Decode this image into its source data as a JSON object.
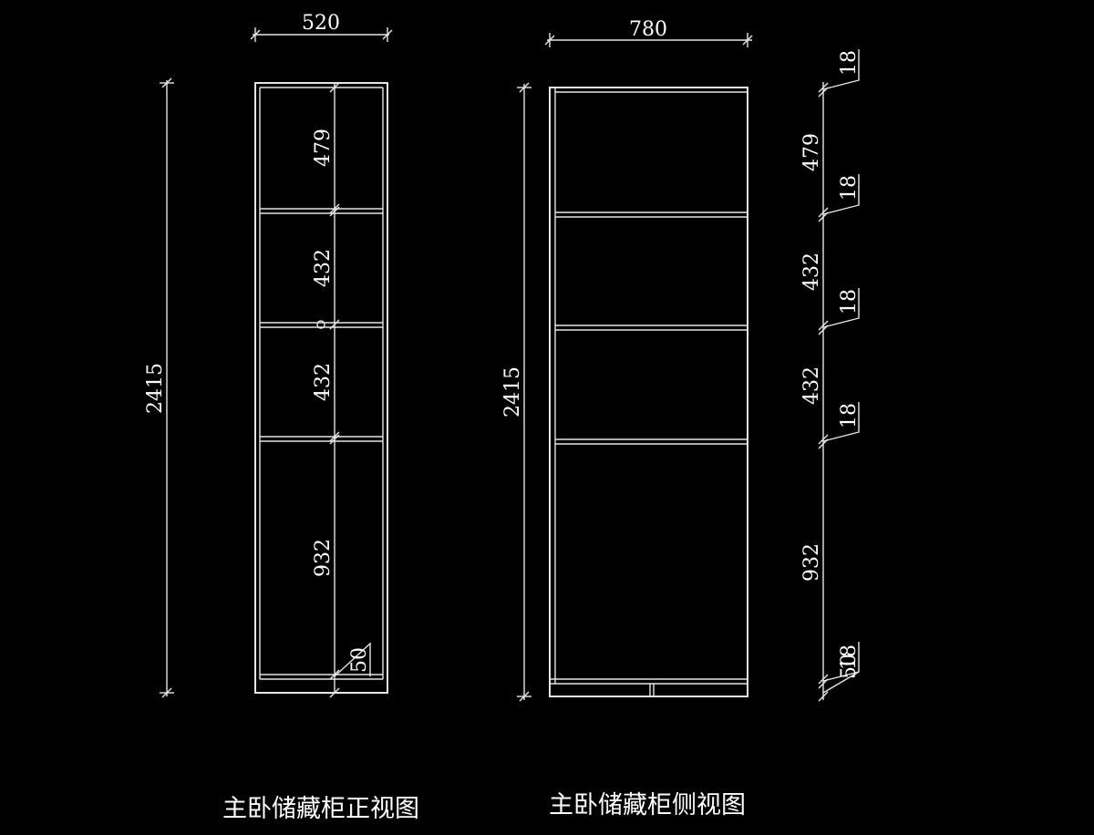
{
  "front_view": {
    "caption": "主卧储藏柜正视图",
    "width_dim": "520",
    "height_dim": "2415",
    "compartments": [
      "479",
      "432",
      "432",
      "932"
    ],
    "base_dim": "50"
  },
  "side_view": {
    "caption": "主卧储藏柜侧视图",
    "width_dim": "780",
    "height_dim": "2415",
    "compartments": [
      "479",
      "432",
      "432",
      "932"
    ],
    "shelf_dims": [
      "18",
      "18",
      "18",
      "18"
    ],
    "bottom_dims": [
      "50",
      "18"
    ]
  },
  "colors": {
    "background": "#000000",
    "lines": "#e6e6e6",
    "text": "#ffffff"
  }
}
